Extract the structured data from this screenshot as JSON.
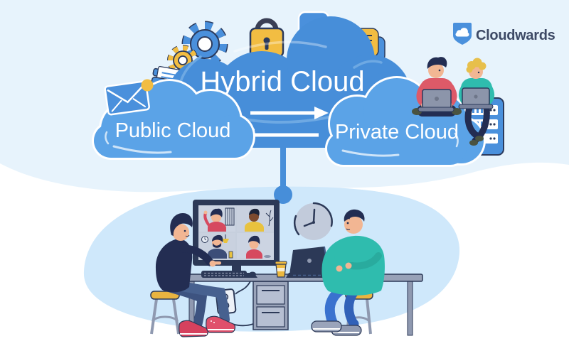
{
  "logo": {
    "brand": "Cloudwards",
    "icon": "cloudwards-shield-cloud-icon"
  },
  "clouds": {
    "hybrid": {
      "label": "Hybrid Cloud"
    },
    "public": {
      "label": "Public Cloud"
    },
    "private": {
      "label": "Private Cloud"
    },
    "exchange": "bidirectional-sync-arrows"
  },
  "icons": {
    "music_glyph": "♫",
    "list": [
      "gears-icon",
      "padlock-icon",
      "music-note-icon",
      "chat-bubbles-icon",
      "envelope-notification-icon",
      "folder-document-icon",
      "wrench-gear-icon",
      "sync-arrows-icon",
      "server-rack-icon",
      "wall-clock-icon",
      "monitor-video-call-icon",
      "laptop-icon",
      "coffee-cup-icon",
      "power-outlet-icon",
      "keyboard-icon",
      "mouse-icon",
      "stool-icon"
    ]
  },
  "scene": {
    "video_call_participants": 4,
    "people_at_desk": 2,
    "people_on_clouds": 2
  },
  "colors": {
    "cloud_primary": "#478ed9",
    "cloud_secondary": "#5ba3e7",
    "sky": "#e7f3fc",
    "blob": "#cfe8fb",
    "accent_yellow": "#f2bd42",
    "accent_red": "#dd5a68",
    "accent_teal": "#2fbcae",
    "ink_navy": "#232d52",
    "logo_text": "#3d4965"
  }
}
